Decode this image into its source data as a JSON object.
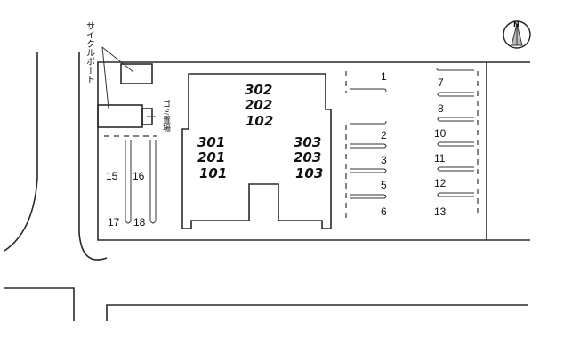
{
  "map": {
    "title": "Site plan",
    "compass": {
      "label": "N",
      "icon": "north-arrow-icon"
    },
    "labels": {
      "cycle_port": "サイクルポート",
      "garbage_area": "ゴミ置場"
    },
    "building": {
      "units_center": [
        "302",
        "202",
        "102"
      ],
      "units_left": [
        "301",
        "201",
        "101"
      ],
      "units_right": [
        "303",
        "203",
        "103"
      ]
    },
    "parking": {
      "column_a": [
        "1",
        "2",
        "3",
        "5",
        "6"
      ],
      "column_b": [
        "7",
        "8",
        "10",
        "11",
        "12",
        "13"
      ],
      "column_c": [
        "15",
        "16",
        "17",
        "18"
      ]
    }
  }
}
